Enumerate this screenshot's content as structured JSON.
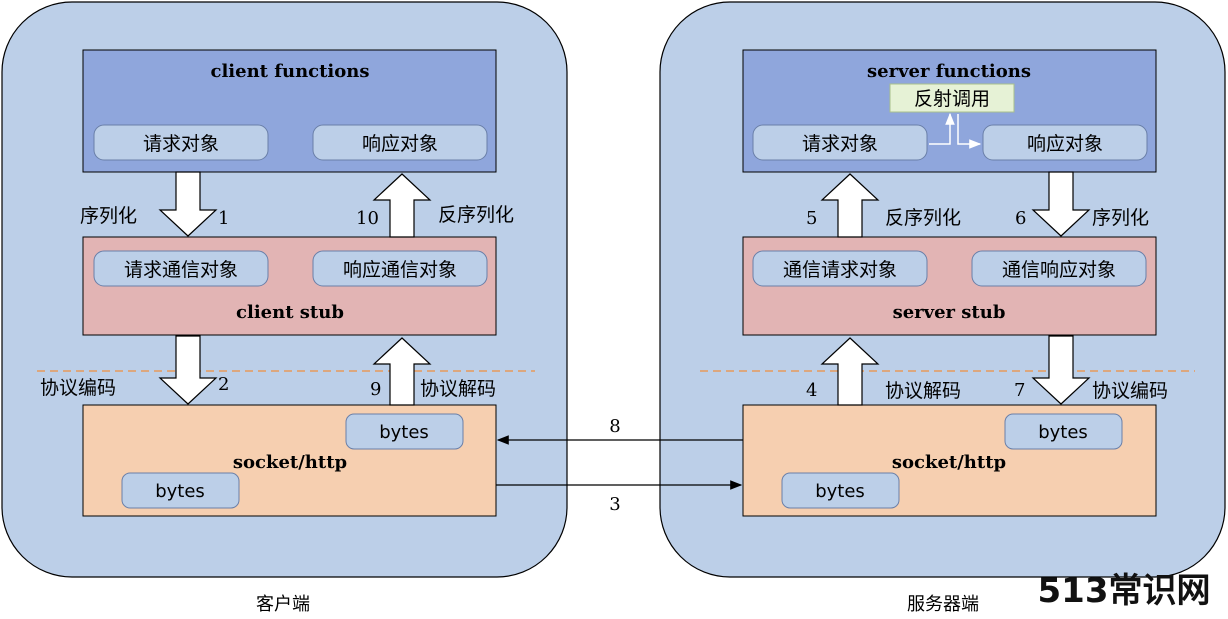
{
  "client": {
    "side_label": "客户端",
    "functions_title": "client functions",
    "request_obj": "请求对象",
    "response_obj": "响应对象",
    "stub_title": "client stub",
    "req_comm_obj": "请求通信对象",
    "resp_comm_obj": "响应通信对象",
    "socket_title": "socket/http",
    "bytes_top": "bytes",
    "bytes_bottom": "bytes",
    "serialize": "序列化",
    "deserialize": "反序列化",
    "encode": "协议编码",
    "decode": "协议解码",
    "step_1": "1",
    "step_10": "10",
    "step_2": "2",
    "step_9": "9"
  },
  "server": {
    "side_label": "服务器端",
    "functions_title": "server functions",
    "reflect_call": "反射调用",
    "request_obj": "请求对象",
    "response_obj": "响应对象",
    "stub_title": "server stub",
    "comm_req_obj": "通信请求对象",
    "comm_resp_obj": "通信响应对象",
    "socket_title": "socket/http",
    "bytes_top": "bytes",
    "bytes_bottom": "bytes",
    "deserialize": "反序列化",
    "serialize": "序列化",
    "decode": "协议解码",
    "encode": "协议编码",
    "step_5": "5",
    "step_6": "6",
    "step_4": "4",
    "step_7": "7"
  },
  "network": {
    "step_8": "8",
    "step_3": "3"
  },
  "watermark": "513常识网",
  "colors": {
    "side_bg": "#bccfe8",
    "functions_bg": "#8fa6dc",
    "stub_bg": "#e2b4b4",
    "socket_bg": "#f6cfb0",
    "pill_bg": "#bccfe8",
    "reflect_bg": "#e6f2d6",
    "dashed": "#e69a5a"
  }
}
